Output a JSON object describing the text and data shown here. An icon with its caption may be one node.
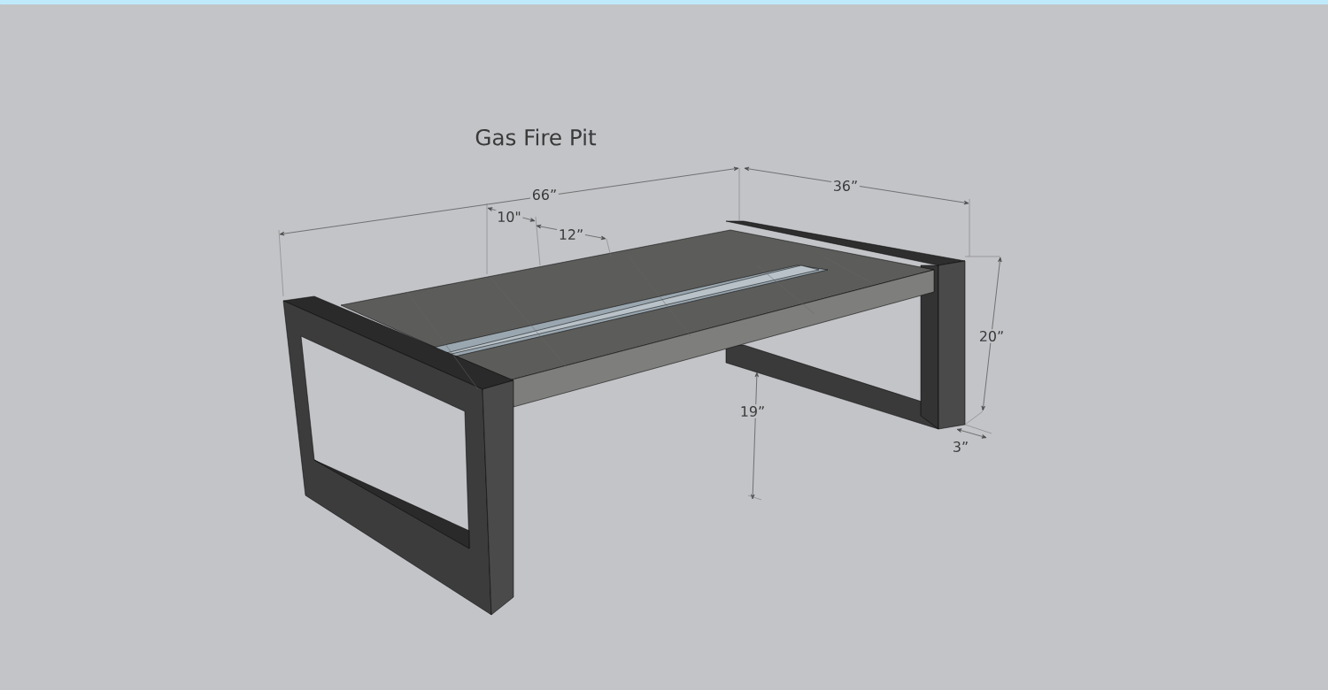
{
  "diagram": {
    "title": "Gas Fire Pit",
    "labels": [
      "66”",
      "10\"",
      "12”",
      "36”",
      "20”",
      "19”",
      "3”"
    ]
  }
}
